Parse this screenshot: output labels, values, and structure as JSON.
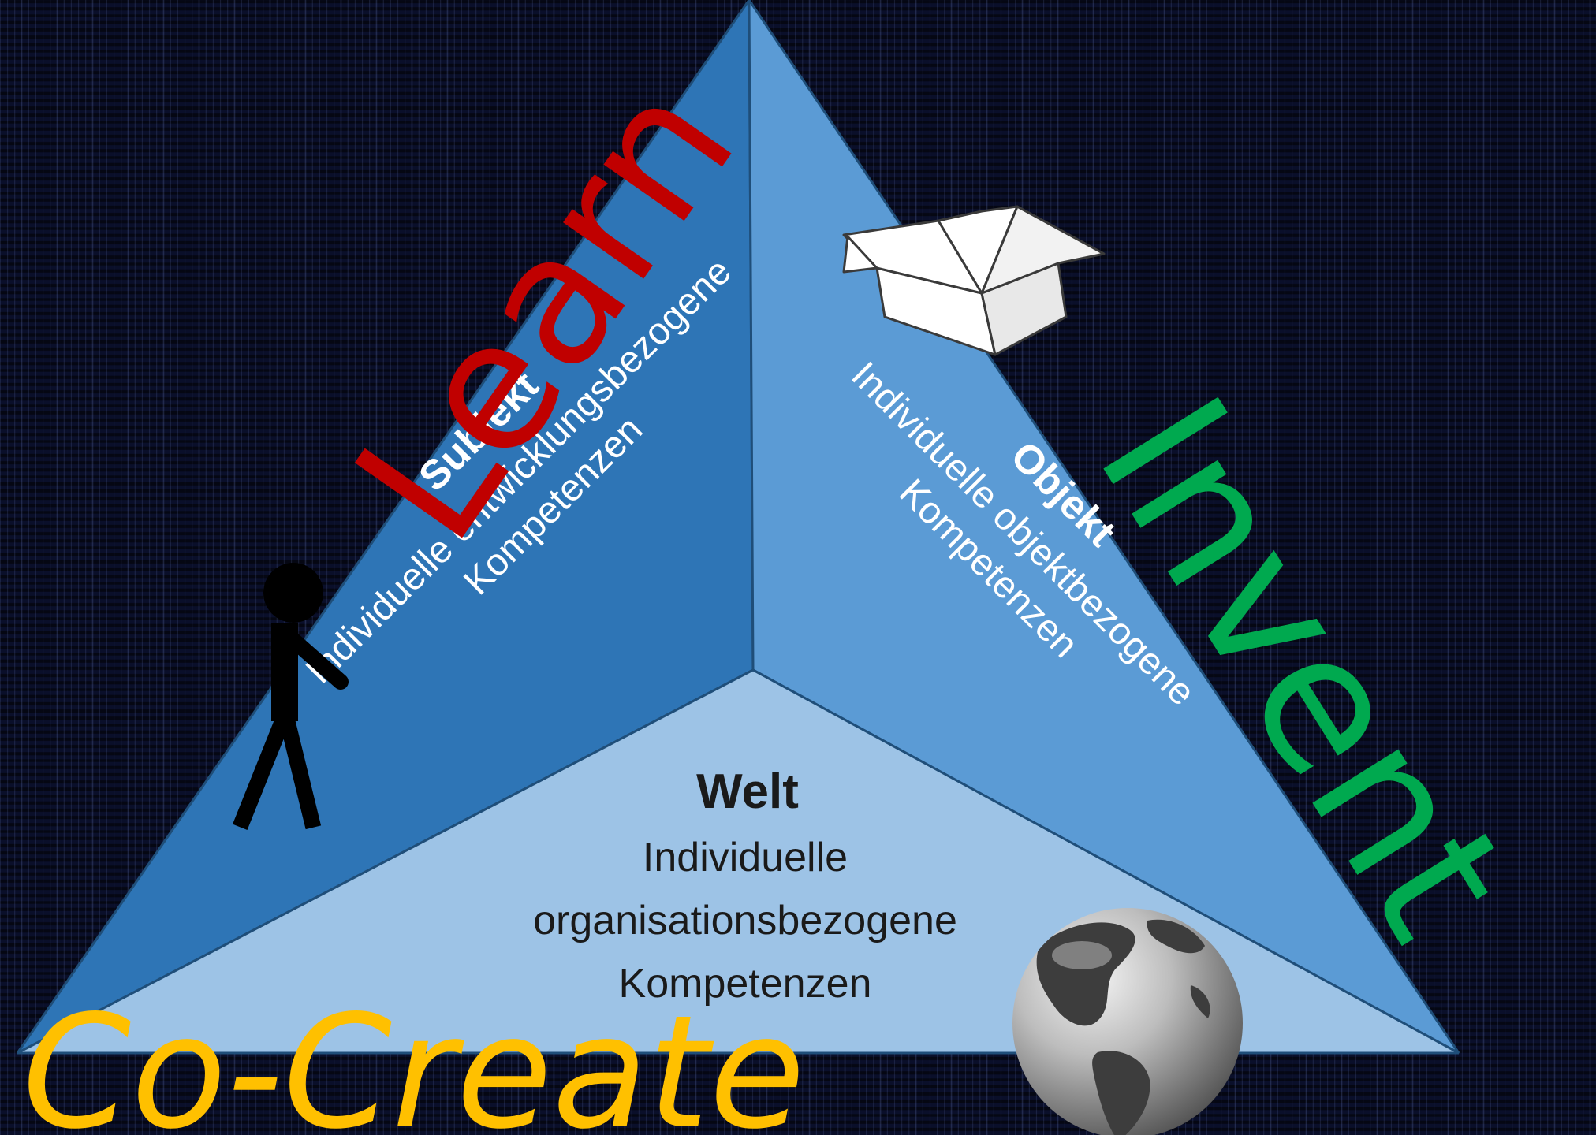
{
  "faces": {
    "subjekt": {
      "title": "Subjekt",
      "line1": "Individuelle entwicklungsbezogene",
      "line2": "Kompetenzen",
      "fill": "#2e75b6"
    },
    "objekt": {
      "title": "Objekt",
      "line1": "Individuelle objektbezogene",
      "line2": "Kompetenzen",
      "fill": "#5b9bd5"
    },
    "welt": {
      "title": "Welt",
      "line1": "Individuelle",
      "line2": "organisationsbezogene",
      "line3": "Kompetenzen",
      "fill": "#9dc3e6"
    }
  },
  "overlay_words": {
    "learn": {
      "text": "Learn",
      "color": "#c00000"
    },
    "invent": {
      "text": "Invent",
      "color": "#00a94f"
    },
    "cocreate": {
      "text": "Co-Create",
      "color": "#ffc000"
    }
  },
  "icons": [
    "stick-figure-icon",
    "open-box-icon",
    "globe-icon"
  ],
  "colors": {
    "background": "#0a0f2a",
    "edge": "#1f4e79"
  }
}
